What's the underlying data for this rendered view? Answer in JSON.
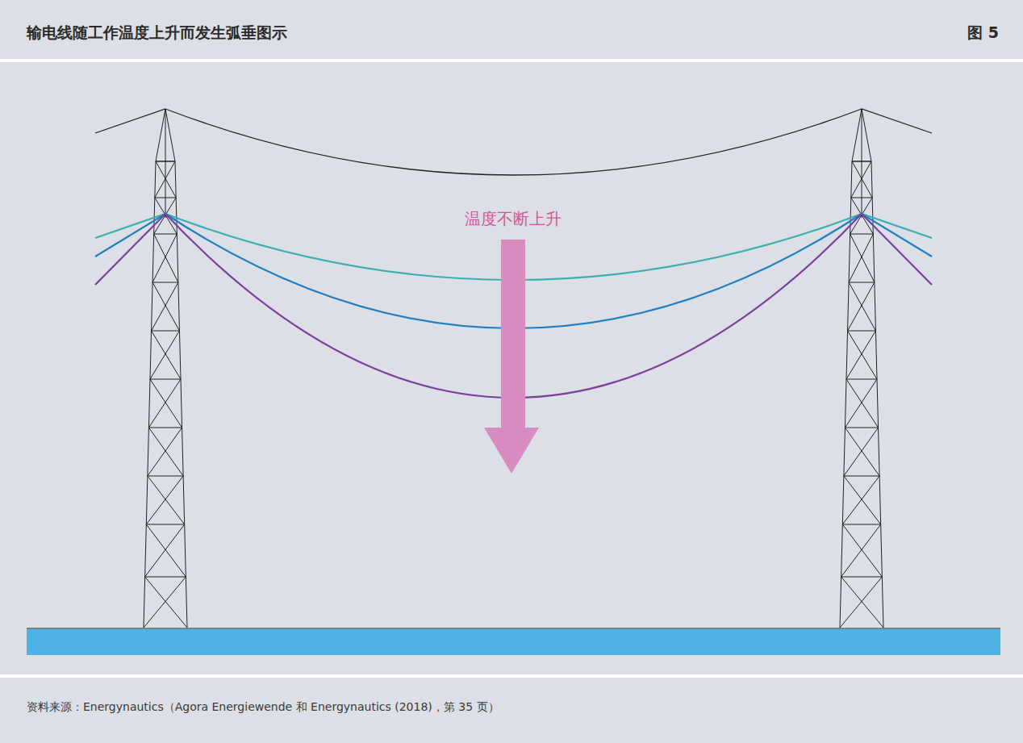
{
  "diagram": {
    "title": "输电线随工作温度上升而发生弧垂图示",
    "caption": "资料来源：Energynautics（Agora Energiewende 和 Energynautics (2018)，第 35 页）",
    "labels": [
      "图 5",
      "温度不断上升"
    ]
  }
}
